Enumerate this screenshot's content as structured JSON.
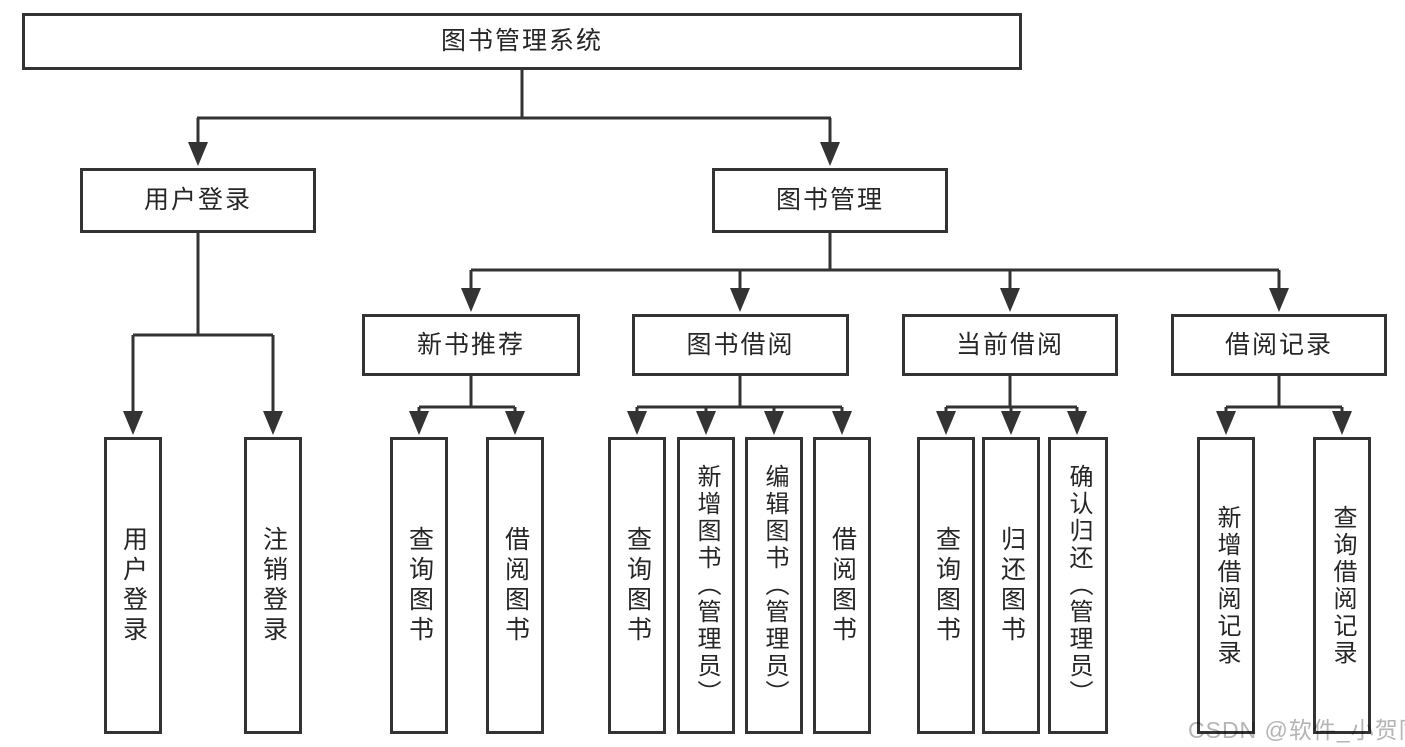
{
  "nodes": {
    "root": "图书管理系统",
    "login": "用户登录",
    "mgmt": "图书管理",
    "newbook": "新书推荐",
    "bookborrow": "图书借阅",
    "currentborrow": "当前借阅",
    "borrowrecords": "借阅记录",
    "leaf_user_login": "用户登录",
    "leaf_logout": "注销登录",
    "leaf_nb_query": "查询图书",
    "leaf_nb_borrow": "借阅图书",
    "leaf_bw_query": "查询图书",
    "leaf_bw_add": "新增图书（管理员）",
    "leaf_bw_edit": "编辑图书（管理员）",
    "leaf_bw_borrow": "借阅图书",
    "leaf_cur_query": "查询图书",
    "leaf_cur_return": "归还图书",
    "leaf_cur_confirm": "确认归还（管理员）",
    "leaf_rec_add": "新增借阅记录",
    "leaf_rec_query": "查询借阅记录"
  },
  "structure": {
    "图书管理系统": {
      "用户登录": [
        "用户登录",
        "注销登录"
      ],
      "图书管理": {
        "新书推荐": [
          "查询图书",
          "借阅图书"
        ],
        "图书借阅": [
          "查询图书",
          "新增图书（管理员）",
          "编辑图书（管理员）",
          "借阅图书"
        ],
        "当前借阅": [
          "查询图书",
          "归还图书",
          "确认归还（管理员）"
        ],
        "借阅记录": [
          "新增借阅记录",
          "查询借阅记录"
        ]
      }
    }
  },
  "watermark": "CSDN @软件_小贺同学",
  "colors": {
    "line": "#333333",
    "box_border": "#333333",
    "text": "#262626",
    "background": "#ffffff",
    "watermark": "#b5b5b5"
  }
}
